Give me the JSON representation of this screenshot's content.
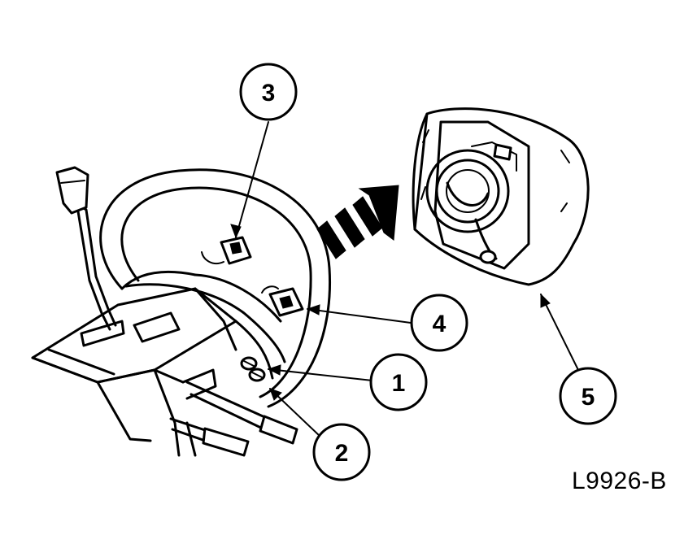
{
  "figure": {
    "id_label": "L9926-B"
  },
  "callouts": [
    {
      "number": "1",
      "part": "screw"
    },
    {
      "number": "2",
      "part": "screw"
    },
    {
      "number": "3",
      "part": "connector"
    },
    {
      "number": "4",
      "part": "connector"
    },
    {
      "number": "5",
      "part": "airbag-module"
    }
  ],
  "colors": {
    "line": "#000000",
    "background": "#ffffff"
  }
}
